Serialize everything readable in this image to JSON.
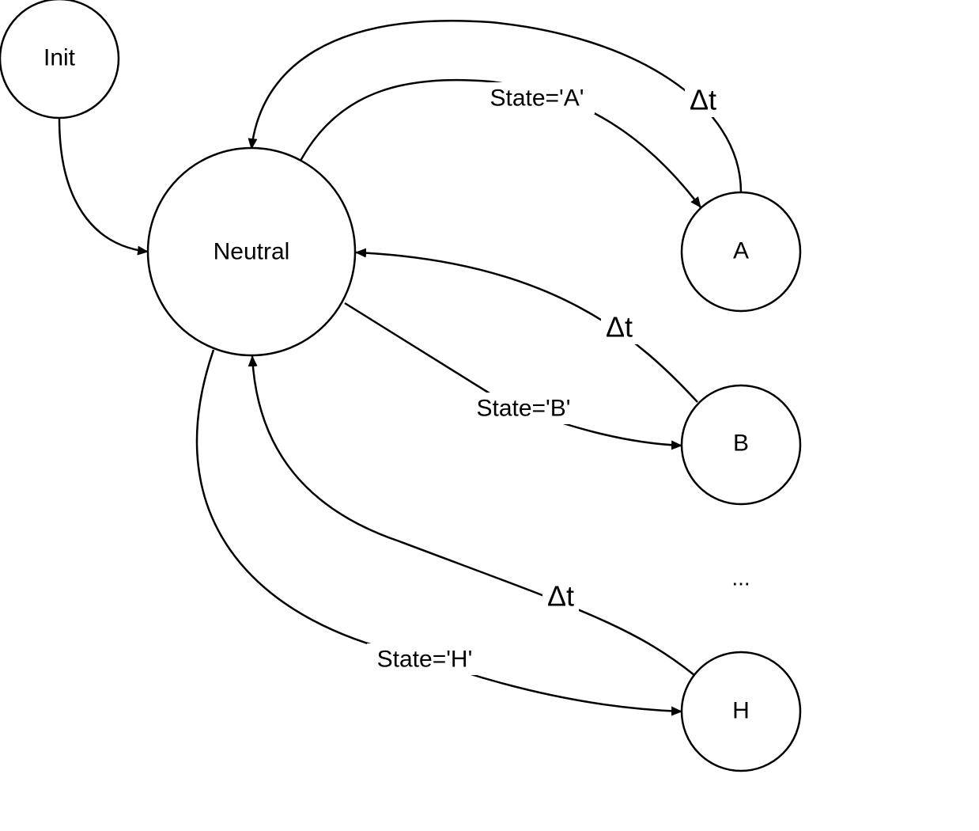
{
  "diagram": {
    "nodes": {
      "init": "Init",
      "neutral": "Neutral",
      "a": "A",
      "b": "B",
      "h": "H"
    },
    "ellipsis": "...",
    "edges": {
      "neutral_to_a": "State='A'",
      "a_to_neutral": "Δt",
      "neutral_to_b": "State='B'",
      "b_to_neutral": "Δt",
      "neutral_to_h": "State='H'",
      "h_to_neutral": "Δt"
    }
  }
}
